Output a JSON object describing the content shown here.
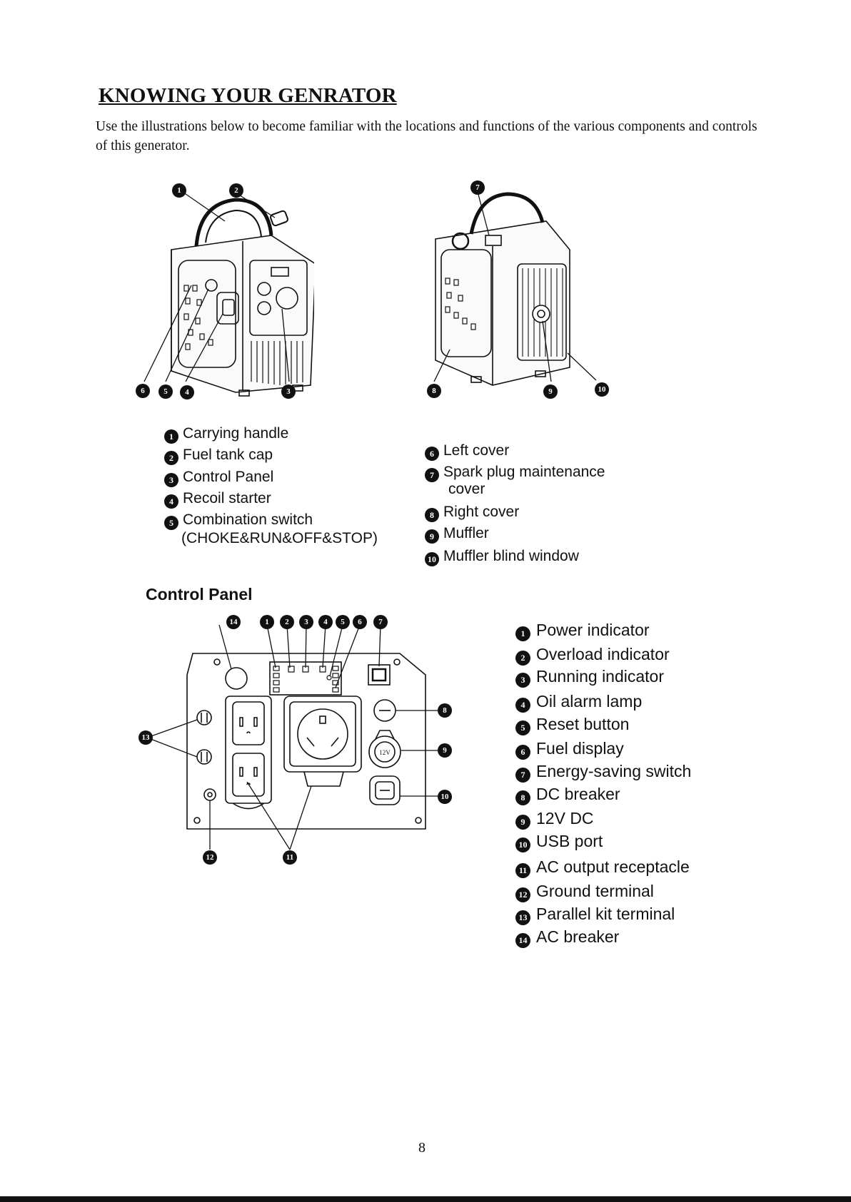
{
  "heading": "KNOWING YOUR GENRATOR",
  "intro": "Use the illustrations below to become familiar with the locations and functions of the various components and controls of this generator.",
  "front_labels": [
    {
      "num": "1",
      "text": "Carrying handle"
    },
    {
      "num": "2",
      "text": "Fuel tank cap"
    },
    {
      "num": "3",
      "text": "Control Panel"
    },
    {
      "num": "4",
      "text": "Recoil starter"
    },
    {
      "num": "5",
      "text": "Combination switch"
    },
    {
      "num": "",
      "text": "(CHOKE&RUN&OFF&STOP)"
    }
  ],
  "rear_labels": [
    {
      "num": "6",
      "text": "Left cover"
    },
    {
      "num": "7",
      "text": "Spark plug maintenance"
    },
    {
      "num": "",
      "text": "cover"
    },
    {
      "num": "8",
      "text": "Right cover"
    },
    {
      "num": "9",
      "text": "Muffler"
    },
    {
      "num": "10",
      "text": "Muffler blind window"
    }
  ],
  "control_panel_title": "Control Panel",
  "control_panel_labels": [
    {
      "num": "1",
      "text": "Power indicator"
    },
    {
      "num": "2",
      "text": "Overload indicator"
    },
    {
      "num": "3",
      "text": "Running indicator"
    },
    {
      "num": "4",
      "text": "Oil alarm lamp"
    },
    {
      "num": "5",
      "text": "Reset button"
    },
    {
      "num": "6",
      "text": "Fuel display"
    },
    {
      "num": "7",
      "text": "Energy-saving switch"
    },
    {
      "num": "8",
      "text": "DC breaker"
    },
    {
      "num": "9",
      "text": "12V DC"
    },
    {
      "num": "10",
      "text": "USB port"
    },
    {
      "num": "11",
      "text": "AC output receptacle"
    },
    {
      "num": "12",
      "text": "Ground terminal"
    },
    {
      "num": "13",
      "text": "Parallel kit terminal"
    },
    {
      "num": "14",
      "text": "AC breaker"
    }
  ],
  "diagram_callouts": {
    "front": [
      "1",
      "2",
      "6",
      "5",
      "4",
      "3"
    ],
    "rear": [
      "7",
      "8",
      "9",
      "10"
    ],
    "panel_top": [
      "14",
      "1",
      "2",
      "3",
      "4",
      "5",
      "6",
      "7"
    ],
    "panel_side": [
      "8",
      "9",
      "10",
      "13",
      "12",
      "11"
    ]
  },
  "outlet_12v_label": "12V",
  "page_number": "8"
}
